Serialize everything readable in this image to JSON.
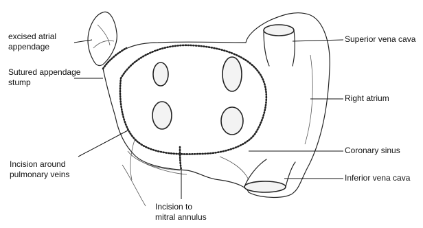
{
  "labels": {
    "excised_appendage": [
      "excised atrial",
      "appendage"
    ],
    "sutured_stump": [
      "Sutured appendage",
      "stump"
    ],
    "incision_pulmonary": [
      "Incision around",
      "pulmonary veins"
    ],
    "incision_mitral": [
      "Incision to",
      "mitral annulus"
    ],
    "superior_vena_cava": "Superior vena cava",
    "right_atrium": "Right atrium",
    "coronary_sinus": "Coronary sinus",
    "inferior_vena_cava": "Inferior vena cava"
  }
}
